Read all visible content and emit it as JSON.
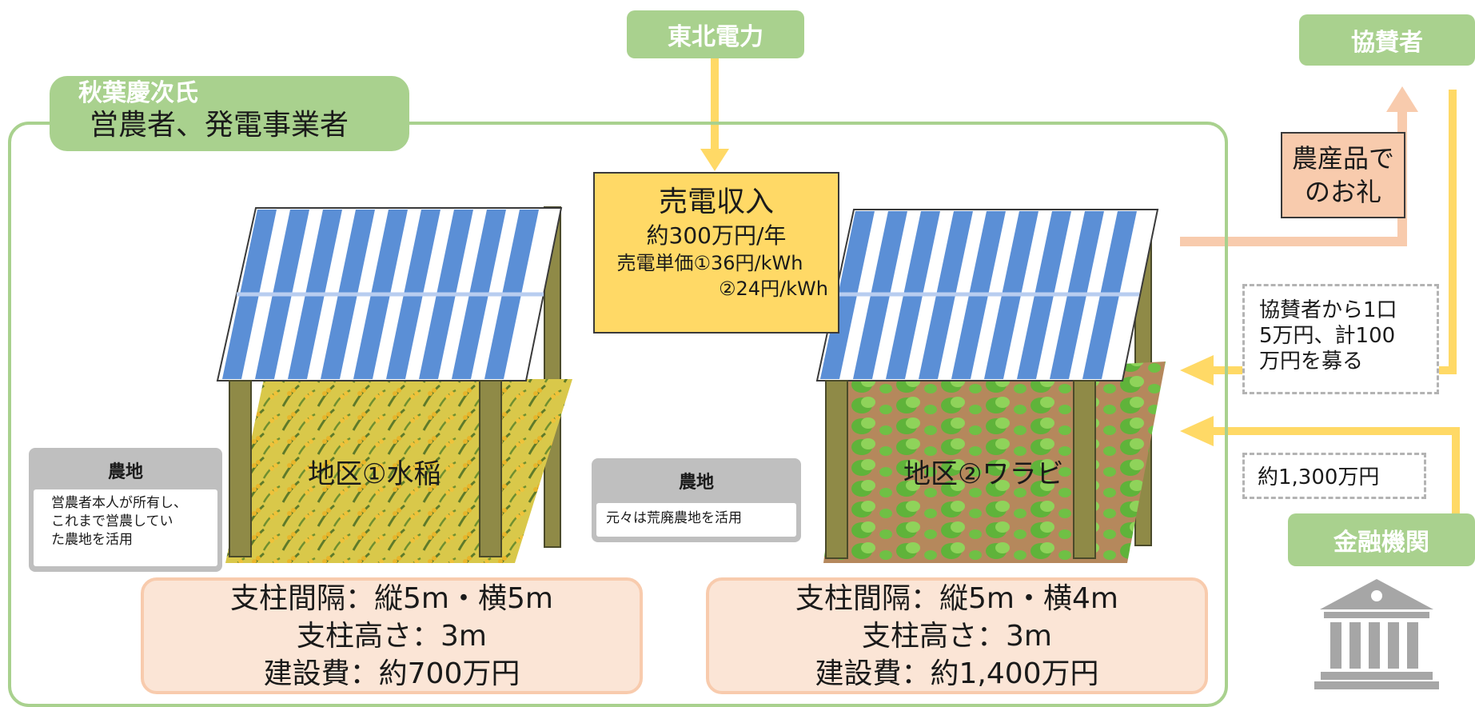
{
  "power_company": {
    "label": "東北電力"
  },
  "sponsor": {
    "label": "協賛者"
  },
  "bank": {
    "label": "金融機関"
  },
  "owner": {
    "name": "秋葉慶次氏",
    "role": "営農者、発電事業者"
  },
  "sales": {
    "title": "売電収入",
    "amount": "約300万円/年",
    "price_line1": "売電単価①36円/kWh",
    "price_line2": "②24円/kWh"
  },
  "field1": {
    "label": "地区①水稲",
    "spec": [
      "支柱間隔：縦5m・横5m",
      "支柱高さ：3m",
      "建設費：約700万円"
    ]
  },
  "field2": {
    "label": "地区②ワラビ",
    "spec": [
      "支柱間隔：縦5m・横4m",
      "支柱高さ：3m",
      "建設費：約1,400万円"
    ]
  },
  "farmland1": {
    "title": "農地",
    "body": [
      "営農者本人が所有し、",
      "これまで営農してい",
      "た農地を活用"
    ]
  },
  "farmland2": {
    "title": "農地",
    "body": [
      "元々は荒廃農地を活用"
    ]
  },
  "thanks": {
    "lines": [
      "農産品で",
      "のお礼"
    ]
  },
  "sponsorship": {
    "lines": [
      "協賛者から1口",
      "5万円、計100",
      "万円を募る"
    ]
  },
  "loan": {
    "label": "約1,300万円"
  },
  "colors": {
    "green": "#a9d18e",
    "yellow_arrow": "#ffd966",
    "orange_arrow": "#f8cbad",
    "panel_blue": "#5b8fd6",
    "post": "#8f8a47",
    "spec_fill": "#fbe5d6"
  },
  "icons": [
    "bank-icon"
  ]
}
